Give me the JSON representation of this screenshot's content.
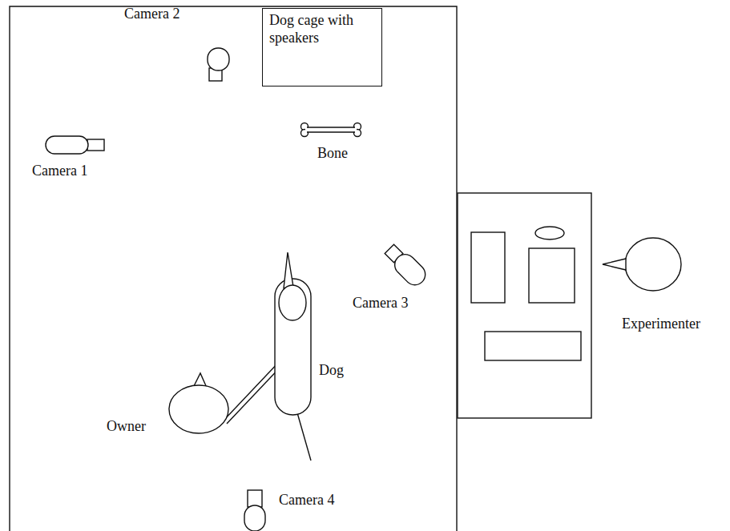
{
  "diagram": {
    "nodes": [
      {
        "text": [
          "Dog cage with speakers"
        ]
      }
    ],
    "labels": [
      "Camera 2",
      "Camera 1",
      "Bone",
      "Camera 3",
      "Experimenter",
      "Dog",
      "Owner",
      "Camera 4"
    ]
  }
}
